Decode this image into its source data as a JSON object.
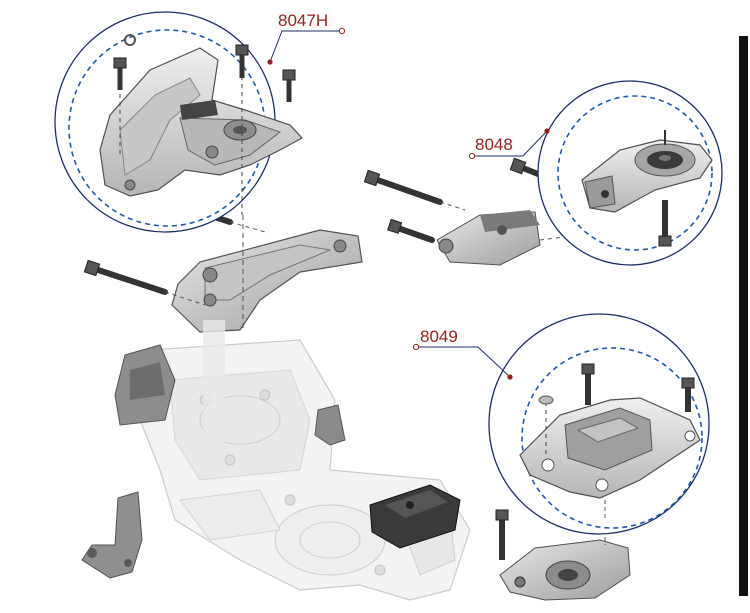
{
  "callouts": [
    {
      "id": "callout-8047h",
      "text": "8047H"
    },
    {
      "id": "callout-8048",
      "text": "8048"
    },
    {
      "id": "callout-8049",
      "text": "8049"
    }
  ],
  "colors": {
    "callout": "#9a1f1f",
    "circle_outline": "#1c2f66",
    "dashed_circle": "#1f5aa8",
    "part_fill": "#d2d2d2",
    "part_shade": "#a9a9a9",
    "part_dark": "#5a5a5a",
    "rubber": "#3a3a3a",
    "edge_bar": "#111111"
  }
}
